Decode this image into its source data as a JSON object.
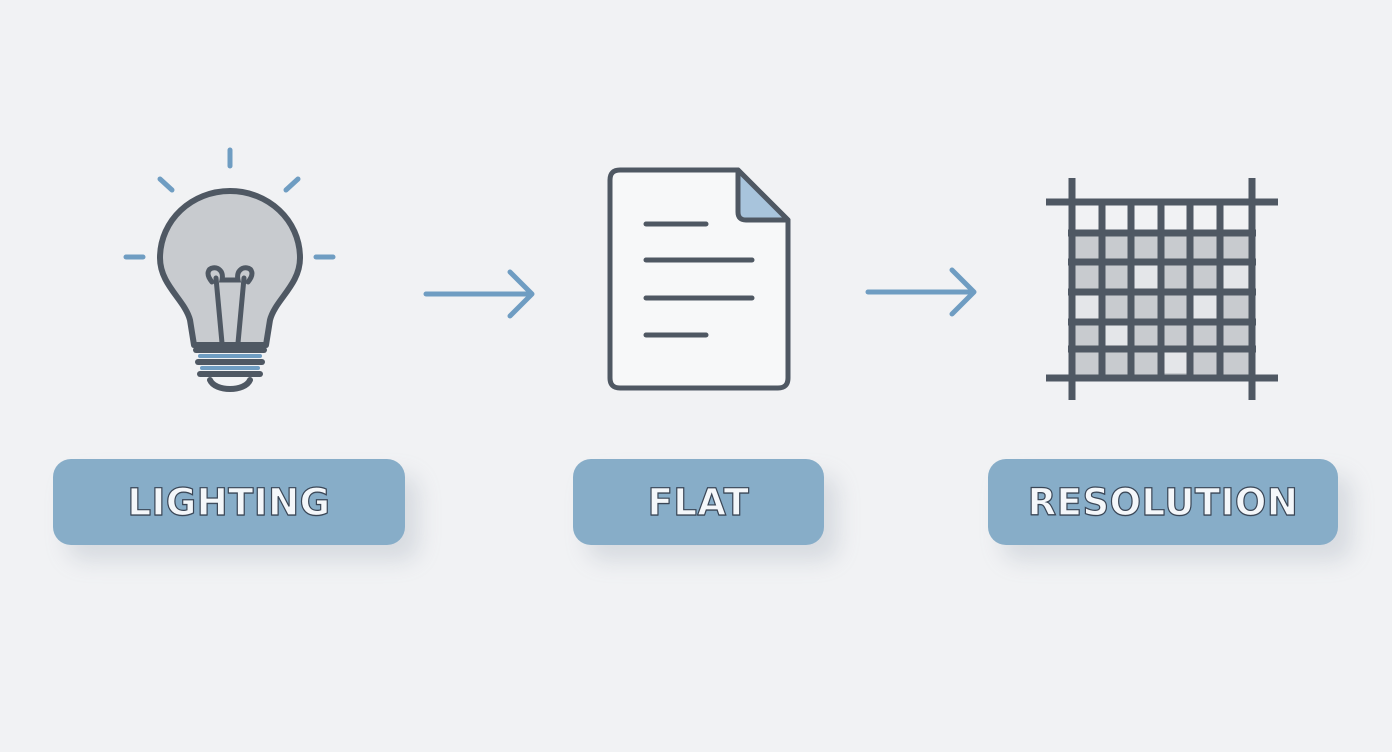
{
  "steps": [
    {
      "label": "LIGHTING",
      "icon": "lightbulb-icon"
    },
    {
      "label": "FLAT",
      "icon": "document-icon"
    },
    {
      "label": "RESOLUTION",
      "icon": "pixel-grid-icon"
    }
  ],
  "colors": {
    "background": "#f1f2f4",
    "label_fill": "#87adc8",
    "stroke_dark": "#4f5863",
    "accent_blue": "#6f9dc2",
    "fill_gray": "#c8cbcf"
  }
}
